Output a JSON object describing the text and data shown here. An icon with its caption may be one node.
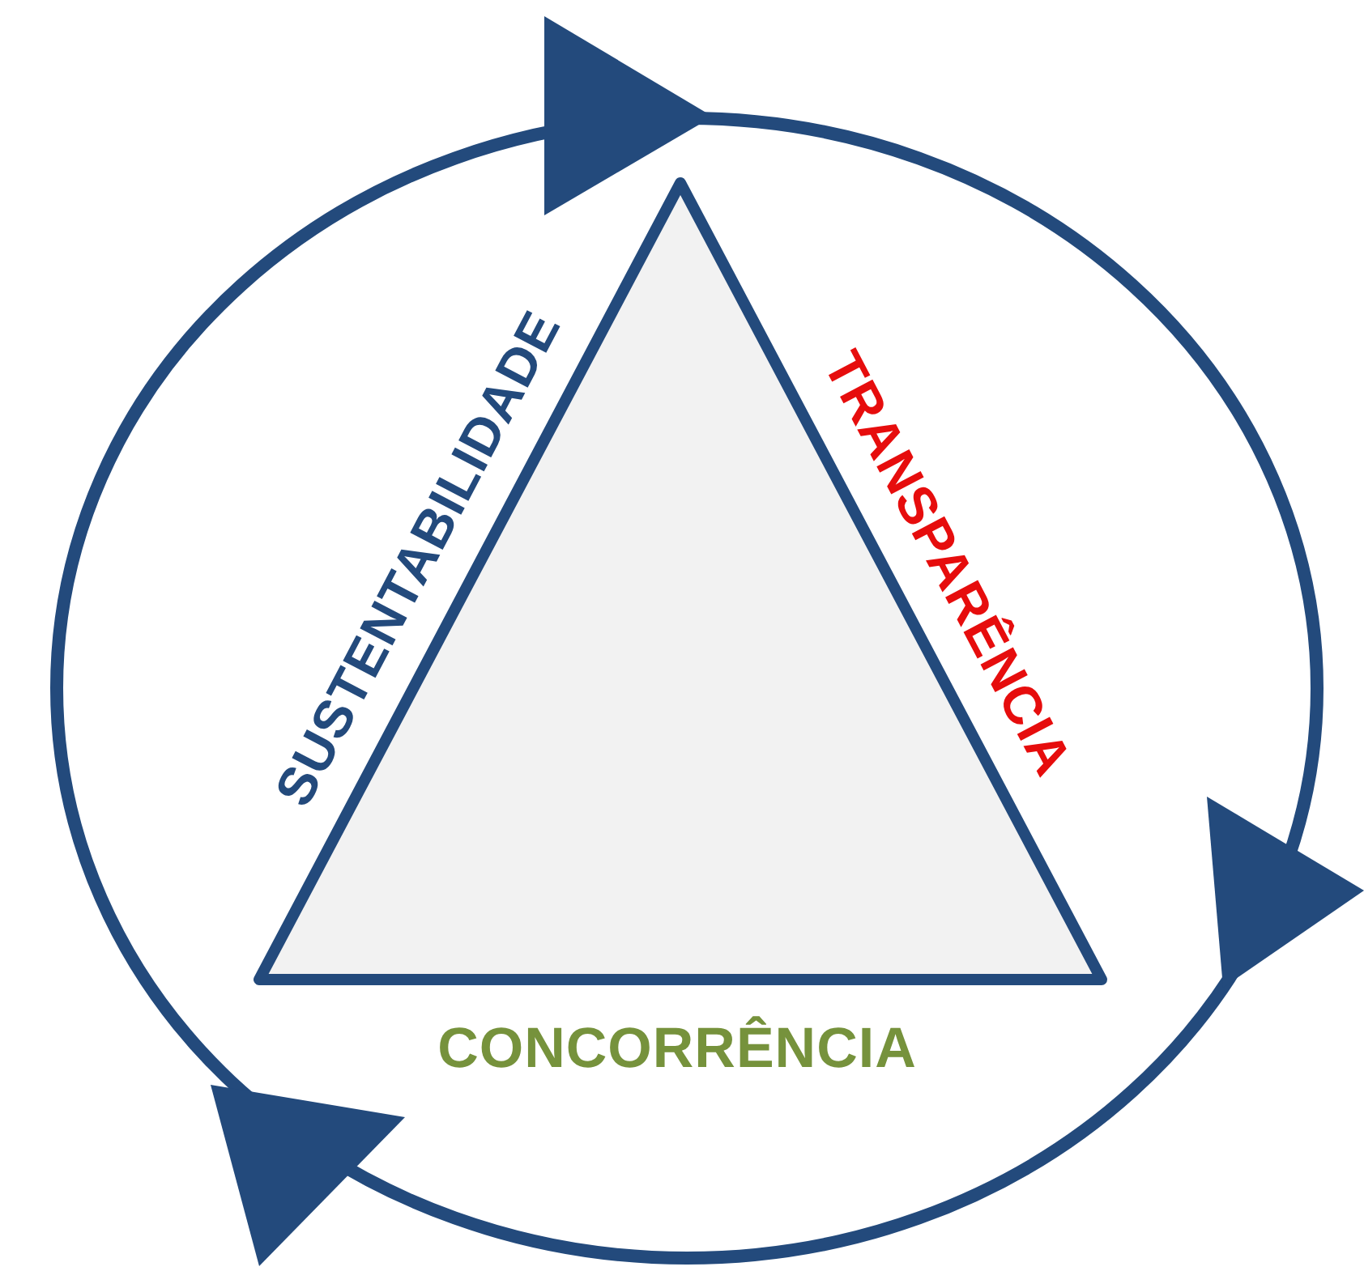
{
  "diagram": {
    "nodes": [
      {
        "text": [],
        "shape": "triangle",
        "beside": [
          "SUSTENTABILIDADE",
          "TRANSPARÊNCIA",
          "CONCORRÊNCIA"
        ]
      }
    ]
  }
}
